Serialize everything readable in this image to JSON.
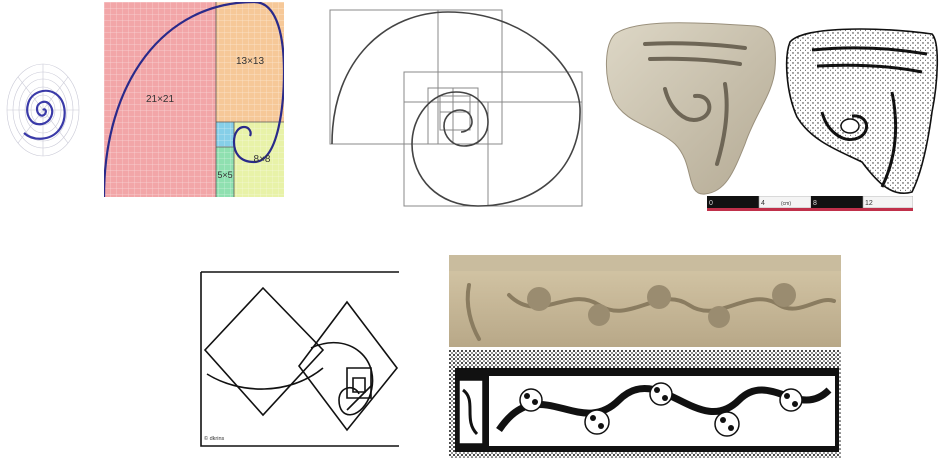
{
  "fibonacci_grid": {
    "labels": [
      "21×21",
      "13×13",
      "8×8",
      "5×5"
    ]
  },
  "scale_bar": {
    "ticks": [
      "0",
      "4",
      "8",
      "12"
    ],
    "unit": "(cm)"
  },
  "credit": {
    "text": "© dkrins"
  },
  "colors": {
    "square_21": "#f2a6a8",
    "square_13": "#f6c898",
    "square_8": "#e8f2a8",
    "square_5": "#8fe0b0",
    "square_3": "#86cfe8",
    "spiral": "#2a2a8a",
    "stone": "#c8c0ac"
  }
}
